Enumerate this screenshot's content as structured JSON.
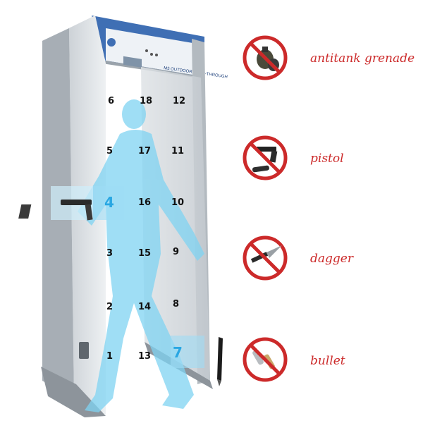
{
  "frame": {
    "brand_text": "M5 OUTDOOR WALK-THROUGH"
  },
  "zones": [
    {
      "label": "6"
    },
    {
      "label": "18"
    },
    {
      "label": "12"
    },
    {
      "label": "5"
    },
    {
      "label": "17"
    },
    {
      "label": "11"
    },
    {
      "label": "4"
    },
    {
      "label": "16"
    },
    {
      "label": "10"
    },
    {
      "label": "3"
    },
    {
      "label": "15"
    },
    {
      "label": "9"
    },
    {
      "label": "2"
    },
    {
      "label": "14"
    },
    {
      "label": "8"
    },
    {
      "label": "1"
    },
    {
      "label": "13"
    },
    {
      "label": "7"
    }
  ],
  "highlight_color": "#29a7e3",
  "prohibited_color": "#cc2a2a",
  "prohibited_items": [
    {
      "label": "antitank grenade",
      "icon": "grenade-icon"
    },
    {
      "label": "pistol",
      "icon": "pistol-icon"
    },
    {
      "label": "dagger",
      "icon": "dagger-icon"
    },
    {
      "label": "bullet",
      "icon": "bullet-icon"
    }
  ]
}
